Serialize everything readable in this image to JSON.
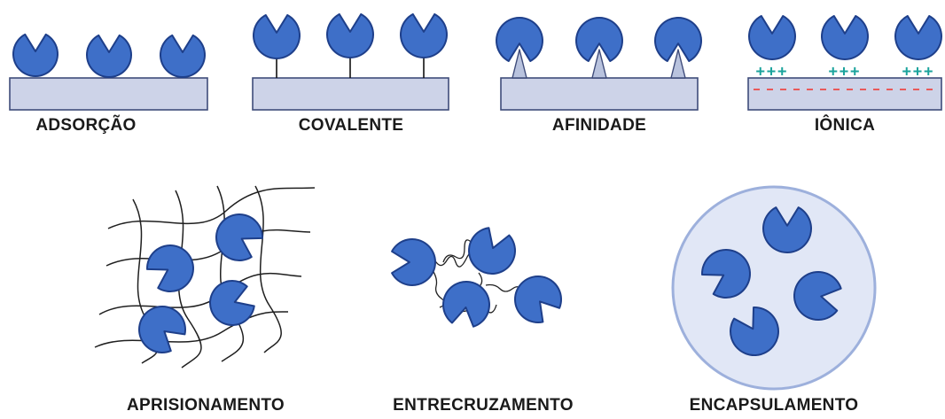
{
  "colors": {
    "enzyme_fill": "#3E6FC8",
    "enzyme_stroke": "#1E3F8A",
    "support_fill": "#CDD3E8",
    "support_stroke": "#3F4C7A",
    "positive_charge": "#1BA39C",
    "negative_charge": "#E85A5A",
    "capsule_fill": "#E1E7F6",
    "capsule_stroke": "#9DB0DC",
    "mesh_line": "#1f1f1f"
  },
  "icons": {
    "enzyme": "pacman-enzyme-icon",
    "support": "solid-support-bar",
    "linker": "covalent-linker-line",
    "affinity_ligand": "affinity-cone-ligand",
    "charges": "ionic-charge-signs"
  },
  "charge_signs": {
    "positive": "+++",
    "negative": "-"
  },
  "methods": [
    {
      "id": "adsorption",
      "label": "ADSORÇÃO"
    },
    {
      "id": "covalent",
      "label": "COVALENTE"
    },
    {
      "id": "affinity",
      "label": "AFINIDADE"
    },
    {
      "id": "ionic",
      "label": "IÔNICA"
    },
    {
      "id": "entrapment",
      "label": "APRISIONAMENTO"
    },
    {
      "id": "crosslinking",
      "label": "ENTRECRUZAMENTO"
    },
    {
      "id": "encapsulation",
      "label": "ENCAPSULAMENTO"
    }
  ]
}
